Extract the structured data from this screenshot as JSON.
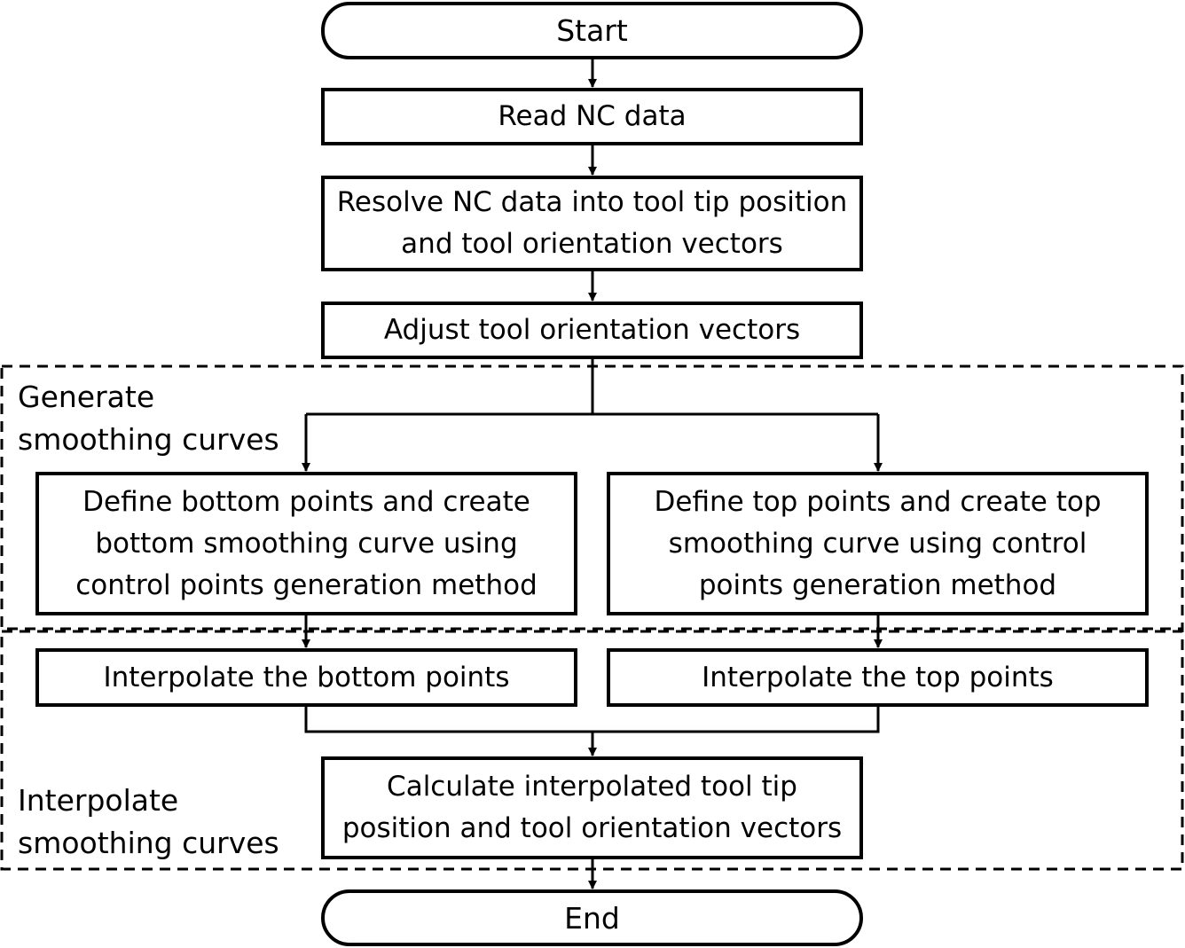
{
  "flowchart": {
    "start": {
      "label": "Start"
    },
    "read_nc": {
      "label": "Read NC data"
    },
    "resolve": {
      "lines": [
        "Resolve NC data into tool tip position",
        "and tool orientation vectors"
      ]
    },
    "adjust": {
      "label": "Adjust tool orientation vectors"
    },
    "define_bottom": {
      "lines": [
        "Define bottom points and create",
        "bottom smoothing curve using",
        "control points generation method"
      ]
    },
    "define_top": {
      "lines": [
        "Define top points and create top",
        "smoothing curve using  control",
        "points generation method"
      ]
    },
    "interp_bottom": {
      "label": "Interpolate the bottom points"
    },
    "interp_top": {
      "label": "Interpolate the top points"
    },
    "calculate": {
      "lines": [
        "Calculate interpolated tool tip",
        "position and tool orientation vectors"
      ]
    },
    "end": {
      "label": "End"
    }
  },
  "regions": {
    "generate": {
      "lines": [
        "Generate",
        "smoothing curves"
      ]
    },
    "interpolate": {
      "lines": [
        "Interpolate",
        "smoothing curves"
      ]
    }
  },
  "colors": {
    "stroke": "#000000",
    "background": "#ffffff"
  }
}
